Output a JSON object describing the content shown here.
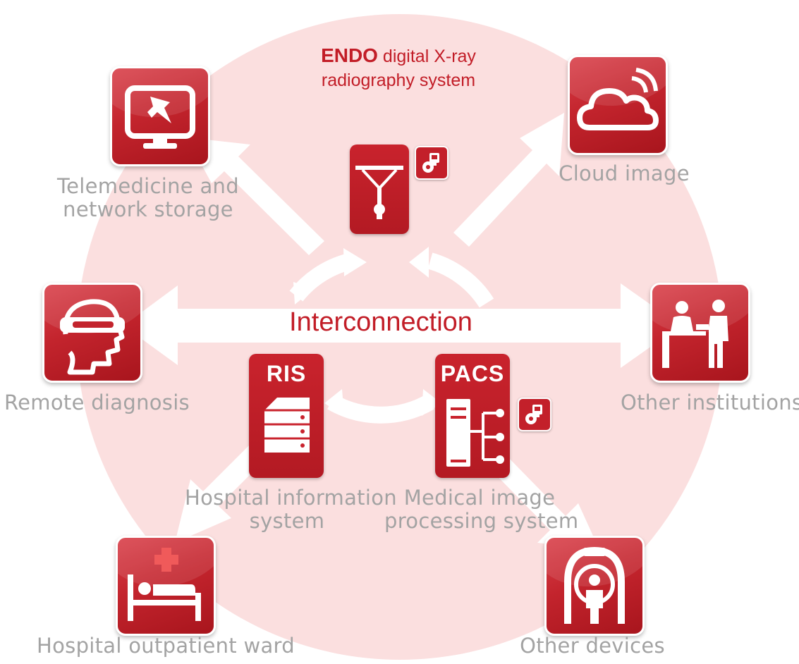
{
  "header": {
    "brand": "ENDO",
    "line1_rest": "digital X-ray",
    "line2": "radiography system"
  },
  "center": {
    "label": "Interconnection"
  },
  "nodes": {
    "telemedicine": {
      "line1": "Telemedicine and",
      "line2": "network storage",
      "icon": "monitor-rocket-icon"
    },
    "cloud": {
      "label": "Cloud image",
      "icon": "cloud-icon"
    },
    "remote": {
      "label": "Remote diagnosis",
      "icon": "vr-headset-icon"
    },
    "institutions": {
      "label": "Other institutions",
      "icon": "reception-desk-icon"
    },
    "ris": {
      "title": "RIS",
      "line1": "Hospital information",
      "line2": "system",
      "icon": "server-stack-icon"
    },
    "pacs": {
      "title": "PACS",
      "line1": "Medical image",
      "line2": "processing system",
      "icon": "network-tower-icon"
    },
    "ward": {
      "label": "Hospital outpatient ward",
      "icon": "hospital-bed-icon"
    },
    "devices": {
      "label": "Other devices",
      "icon": "ct-scanner-icon"
    },
    "xray": {
      "icon": "xray-machine-icon"
    }
  },
  "colors": {
    "accent": "#c21d27",
    "circle": "#fbe0e0",
    "arrow": "#ffffff",
    "label_gray": "#a3a3a3"
  }
}
